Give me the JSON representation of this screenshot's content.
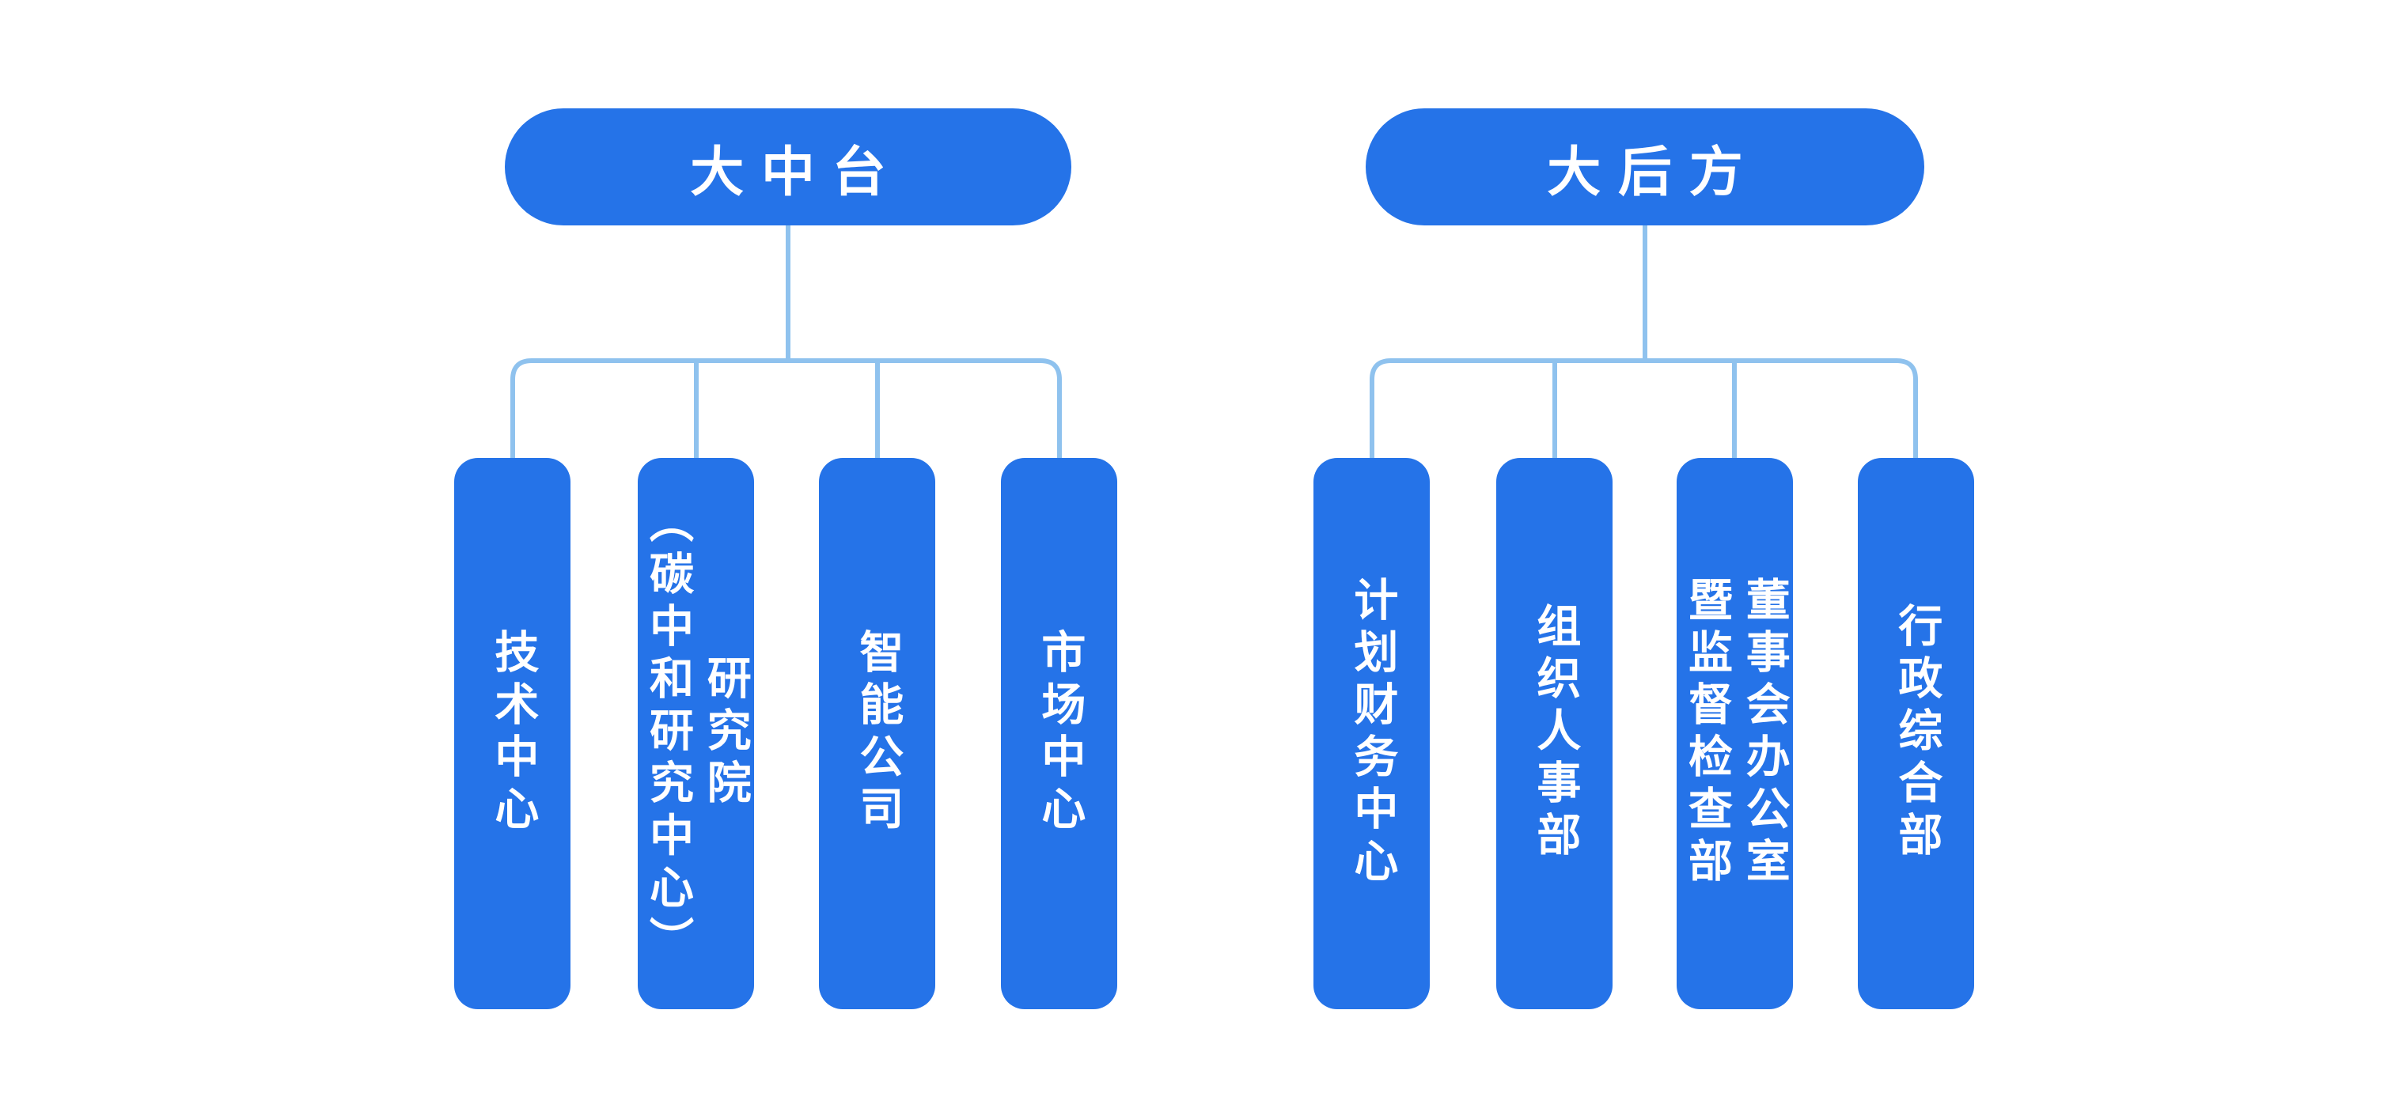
{
  "colors": {
    "node_fill": "#2573E8",
    "node_text": "#FFFFFF",
    "connector": "#8FC2EE",
    "background": "#FFFFFF"
  },
  "groups": [
    {
      "parent": {
        "label": "大中台"
      },
      "children": [
        {
          "label": "技术中心"
        },
        {
          "label": "研究院\n（碳中和研究中心）"
        },
        {
          "label": "智能公司"
        },
        {
          "label": "市场中心"
        }
      ]
    },
    {
      "parent": {
        "label": "大后方"
      },
      "children": [
        {
          "label": "计划财务中心"
        },
        {
          "label": "组织人事部"
        },
        {
          "label": "董事会办公室\n暨监督检查部"
        },
        {
          "label": "行政综合部"
        }
      ]
    }
  ]
}
